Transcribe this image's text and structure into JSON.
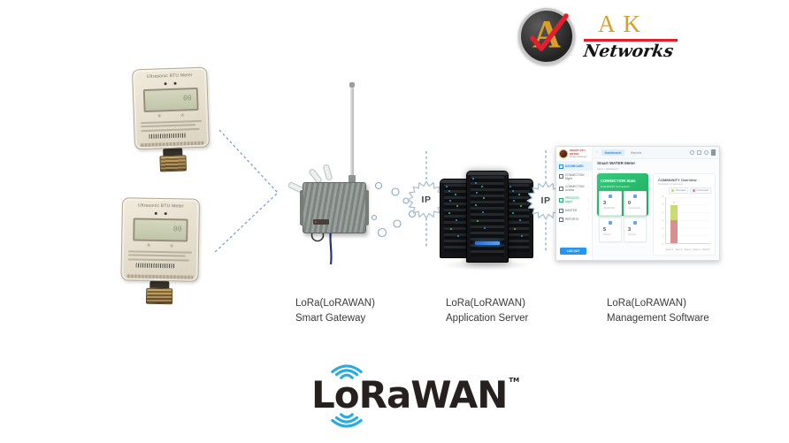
{
  "ak_logo": {
    "monogram": "A",
    "title": "AK",
    "subtitle": "Networks"
  },
  "meter": {
    "title": "Ultrasonic BTU Meter",
    "lcd": "00",
    "cert_left": "Ⓡ",
    "cert_right": "Ⓐ"
  },
  "ip_label": "IP",
  "stage_labels": [
    {
      "line1": "LoRa(LoRAWAN)",
      "line2": "Smart Gateway"
    },
    {
      "line1": "LoRa(LoRAWAN)",
      "line2": "Application Server"
    },
    {
      "line1": "LoRa(LoRAWAN)",
      "line2": "Management Software"
    }
  ],
  "dashboard": {
    "logo_title": "SMART BTU METER",
    "logo_subtitle": "Product Software",
    "collapse_glyph": "‹",
    "tabs": [
      "Dashboard",
      "Reports"
    ],
    "sidebar": [
      "DASHBOARD",
      "CONNECTION Mgmt",
      "CONNECTION Access",
      "PROCESS Mgmt",
      "MASTER",
      "REPORTS"
    ],
    "chevron": "›",
    "logout": "LOG OUT",
    "page_title": "Smart WATER Meter",
    "breadcrumb": "Home / Dashboard",
    "stats_card": {
      "title": "CONNECTION Stats",
      "subtitle": "Total SMART Connections"
    },
    "stats": [
      {
        "value": "3",
        "label": "Residential"
      },
      {
        "value": "0",
        "label": "Commercial"
      },
      {
        "value": "5",
        "label": "Towers"
      },
      {
        "value": "3",
        "label": "Groups"
      }
    ],
    "chart_subtitle": "Occupied & Unoccupied"
  },
  "chart_data": {
    "type": "bar",
    "stacked": true,
    "title": "COMMUNITY Overview",
    "categories": [
      "Tower 1",
      "Tower 2",
      "Tower 3",
      "Tower 4",
      "Tower 5"
    ],
    "series": [
      {
        "name": "Occupied",
        "color": "#c8dc72",
        "values": [
          2,
          0,
          0,
          0,
          0
        ]
      },
      {
        "name": "Unoccupied",
        "color": "#d98f8e",
        "values": [
          3,
          0,
          0,
          0,
          0
        ]
      }
    ],
    "ylim": [
      0,
      6
    ],
    "grid": true,
    "legend_position": "top-right"
  },
  "lorawan_logo": {
    "part1": "L",
    "o": "o",
    "part2": "RaWAN",
    "tm": "TM"
  }
}
